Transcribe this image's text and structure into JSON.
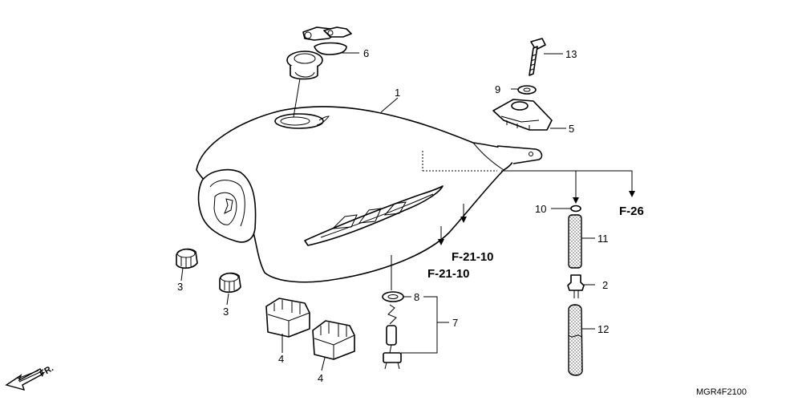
{
  "callouts": {
    "n1": "1",
    "n2": "2",
    "n3a": "3",
    "n3b": "3",
    "n4a": "4",
    "n4b": "4",
    "n5": "5",
    "n6": "6",
    "n7": "7",
    "n8": "8",
    "n9": "9",
    "n10": "10",
    "n11": "11",
    "n12": "12",
    "n13": "13"
  },
  "references": {
    "f26": "F-26",
    "f2110_upper": "F-21-10",
    "f2110_lower": "F-21-10"
  },
  "direction_label": "FR.",
  "diagram_code": "MGR4F2100"
}
